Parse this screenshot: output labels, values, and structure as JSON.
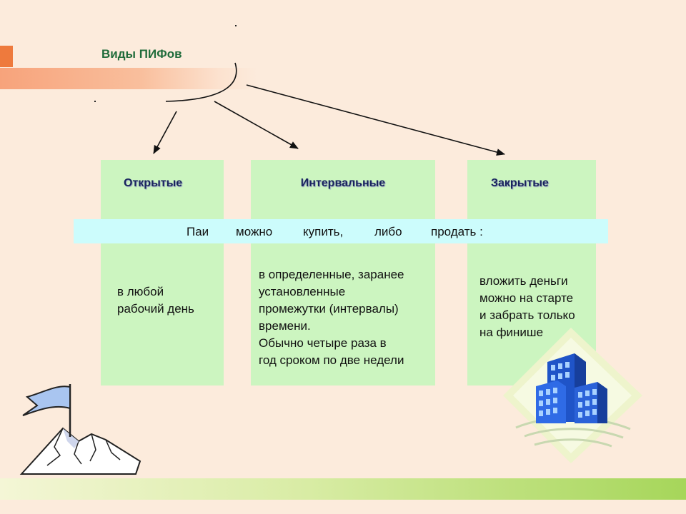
{
  "title": "Виды ПИФов",
  "colors": {
    "background": "#fcebdc",
    "accent_orange": "#ee7a3d",
    "column_fill": "#ccf5c0",
    "bar_fill": "#ccfcfc",
    "heading_color": "#18245c",
    "title_color": "#1f6b3a",
    "building_blue": "#2f6be6"
  },
  "columns": [
    {
      "heading": "Открытые",
      "lines": [
        "в любой",
        "рабочий день"
      ]
    },
    {
      "heading": "Интервальные",
      "lines": [
        "в определенные, заранее",
        "установленные",
        "промежутки (интервалы)",
        "времени.",
        "Обычно четыре раза в",
        "год сроком по две недели"
      ]
    },
    {
      "heading": "Закрытые",
      "lines": [
        "вложить деньги",
        "можно на старте",
        "и забрать только",
        "на финише"
      ]
    }
  ],
  "bar_words": [
    "Паи",
    "можно",
    "купить,",
    "либо",
    "продать :"
  ],
  "icons": [
    "flag-mountain-icon",
    "building-icon"
  ]
}
